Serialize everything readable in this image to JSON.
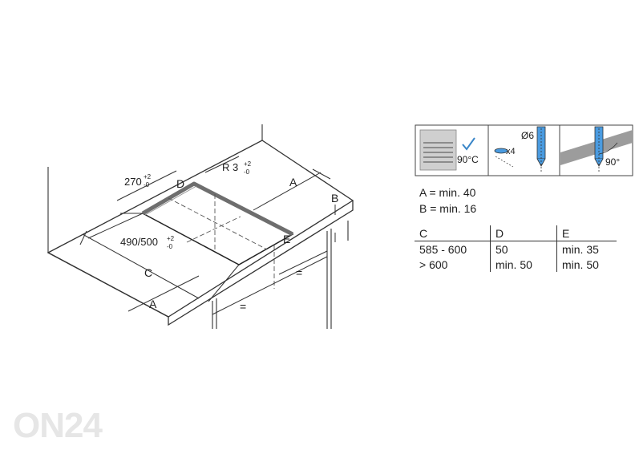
{
  "diagram": {
    "labels": {
      "a_top": "A",
      "a_bottom": "A",
      "b": "B",
      "c": "C",
      "d": "D",
      "e": "E",
      "width_270": "270",
      "width_270_tol": "+2",
      "width_270_tol2": "-0",
      "radius": "R 3",
      "radius_tol": "+2",
      "radius_tol2": "-0",
      "depth_490": "490/500",
      "depth_tol": "+2",
      "depth_tol2": "-0",
      "equal_1": "=",
      "equal_2": "="
    }
  },
  "panels": {
    "angle_text": "90°C",
    "drill_dia": "Ø6",
    "drill_count": "x4",
    "angle_90": "90°"
  },
  "specs": {
    "a_line": "A = min. 40",
    "b_line": "B = min. 16",
    "table_headers": [
      "C",
      "D",
      "E"
    ],
    "rows": [
      [
        "585 - 600",
        "50",
        "min. 35"
      ],
      [
        "> 600",
        "min. 50",
        "min. 50"
      ]
    ]
  },
  "watermark": "ON24",
  "colors": {
    "check": "#3a86c8",
    "drill_blue": "#4a9be0",
    "panel_gray": "#9c9c9c"
  }
}
